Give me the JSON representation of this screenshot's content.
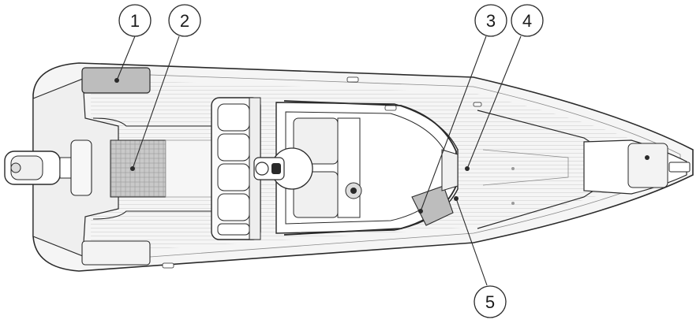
{
  "callouts": [
    {
      "id": "1",
      "label": "1"
    },
    {
      "id": "2",
      "label": "2"
    },
    {
      "id": "3",
      "label": "3"
    },
    {
      "id": "4",
      "label": "4"
    },
    {
      "id": "5",
      "label": "5"
    }
  ],
  "colors": {
    "outline": "#2a2a2a",
    "hull_fill": "#f4f4f4",
    "highlight_fill": "#bcbcbc",
    "deck_lines": "#c8c8c8"
  }
}
